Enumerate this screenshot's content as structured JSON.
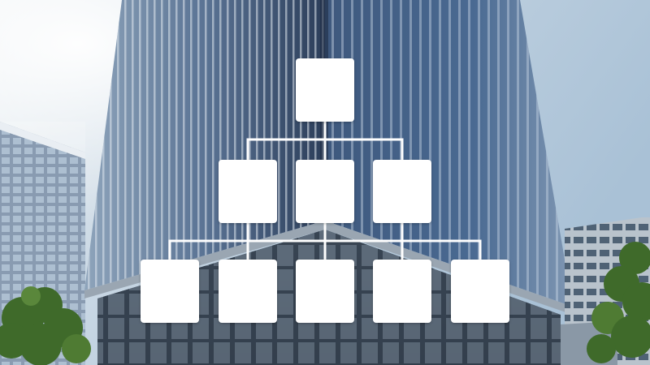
{
  "diagram": {
    "type": "org-chart",
    "levels": [
      1,
      3,
      5
    ],
    "box_fill": "#ffffff",
    "connector_color": "#ffffff",
    "box_labels": [
      "",
      "",
      "",
      "",
      "",
      "",
      "",
      "",
      ""
    ]
  },
  "background": {
    "subject": "glass-office-tower",
    "sky_color": "#c9d9e6",
    "glass_color": "#3c5578",
    "foliage_color": "#3f6a2a"
  }
}
